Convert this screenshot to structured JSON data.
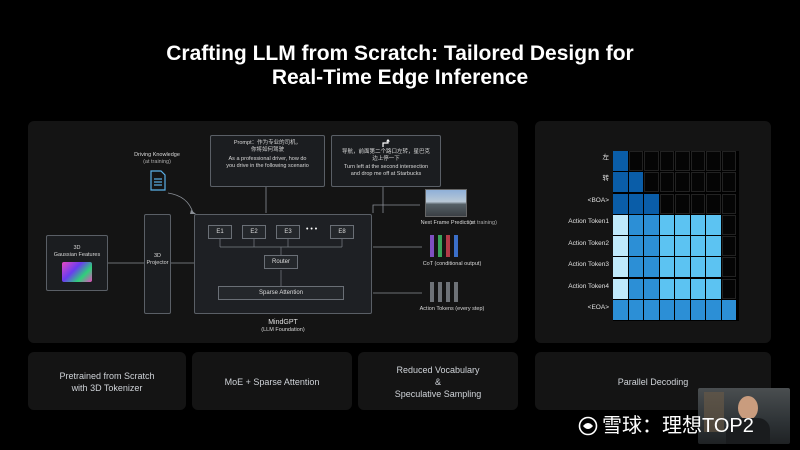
{
  "title": {
    "line1": "Crafting LLM from Scratch: Tailored Design for",
    "line2": "Real-Time Edge Inference"
  },
  "diagram": {
    "driving_knowledge": "Driving Knowledge",
    "driving_knowledge_sub": "(at training)",
    "prompt_line1": "Prompt：作为专业的司机，",
    "prompt_line2": "你将如何驾驶",
    "prompt_line3": "As a professional driver, how do",
    "prompt_line4": "you drive in the following scenario",
    "nav_line1": "导航，前面第二个路口左转，星巴克",
    "nav_line2": "边上停一下",
    "nav_line3": "Turn left at the second intersection",
    "nav_line4": "and drop me off at Starbucks",
    "next_frame": "Next Frame Prediction",
    "next_frame_sub": "(at training)",
    "gaussian_line1": "3D",
    "gaussian_line2": "Gaussian Features",
    "projector_line1": "3D",
    "projector_line2": "Projector",
    "experts": [
      "E1",
      "E2",
      "E3",
      "E8"
    ],
    "ellipsis": "• • •",
    "router": "Router",
    "sparse_attention": "Sparse Attention",
    "cot": "CoT (conditional output)",
    "action_tokens": "Action Tokens (every step)",
    "model_name": "MindGPT",
    "model_sub": "(LLM Foundation)"
  },
  "decoding": {
    "row_labels": [
      "左",
      "转",
      "<BOA>",
      "Action Token1",
      "Action Token2",
      "Action Token3",
      "Action Token4",
      "<EOA>"
    ]
  },
  "features": [
    {
      "line1": "Pretrained from Scratch",
      "line2": "with 3D Tokenizer",
      "line3": ""
    },
    {
      "line1": "MoE + Sparse Attention",
      "line2": "",
      "line3": ""
    },
    {
      "line1": "Reduced Vocabulary",
      "line2": "&",
      "line3": "Speculative Sampling"
    },
    {
      "line1": "Parallel Decoding",
      "line2": "",
      "line3": ""
    }
  ],
  "watermark": "雪球：理想TOP2",
  "colors": {
    "dark_blue": "#0a5da8",
    "mid_blue": "#2c8fd6",
    "light_blue": "#5cc3f2",
    "pale_blue": "#bfe9fb",
    "cot_purple": "#7e4fc0",
    "cot_green": "#3aa35a",
    "cot_red": "#b23a48",
    "cot_blue": "#3b6fc9"
  }
}
